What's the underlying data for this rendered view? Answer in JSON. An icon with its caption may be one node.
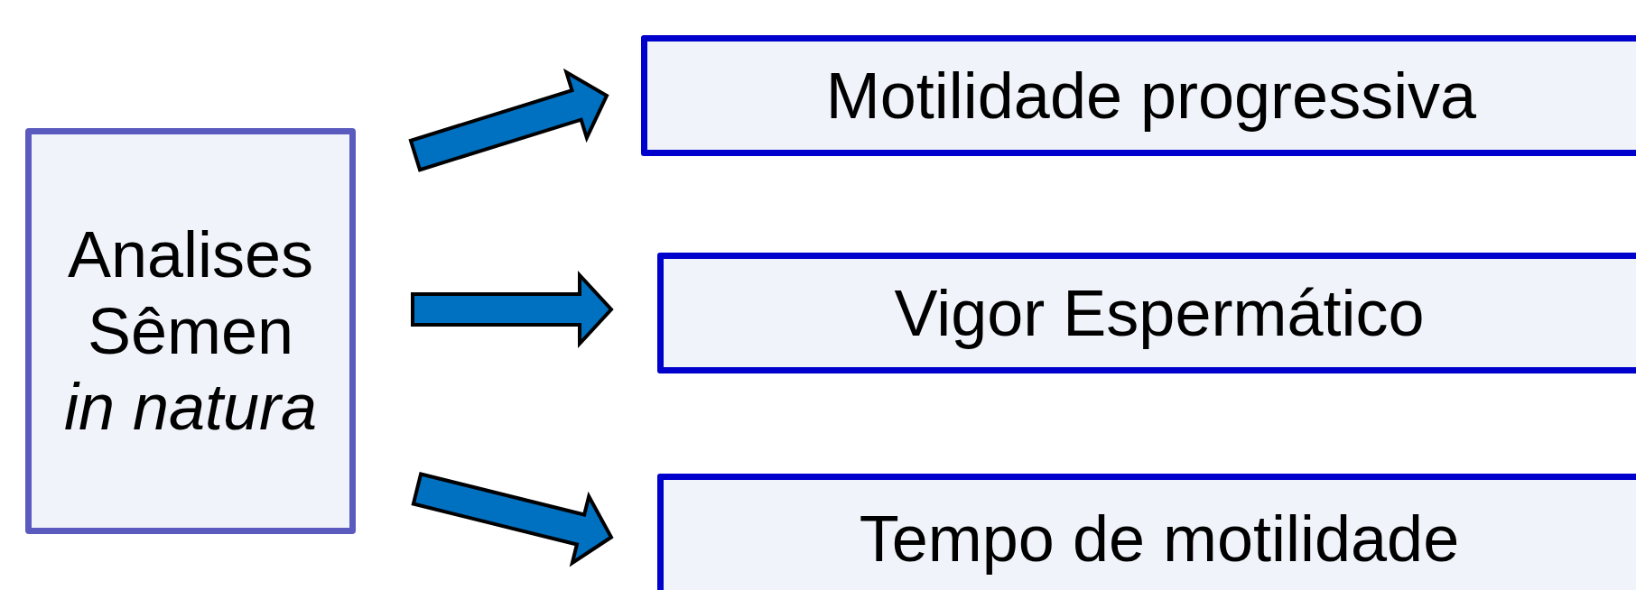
{
  "diagram": {
    "nodes": [
      {
        "text": [
          "Analises Sêmen *in natura*"
        ]
      },
      {
        "text": [
          "Motilidade progressiva"
        ]
      },
      {
        "text": [
          "Vigor Espermático"
        ]
      },
      {
        "text": [
          "Tempo de motilidade"
        ]
      }
    ],
    "edges": [
      {
        "from": 0,
        "to": 1,
        "arrow": "to"
      },
      {
        "from": 0,
        "to": 2,
        "arrow": "to"
      },
      {
        "from": 0,
        "to": 3,
        "arrow": "to"
      }
    ]
  }
}
